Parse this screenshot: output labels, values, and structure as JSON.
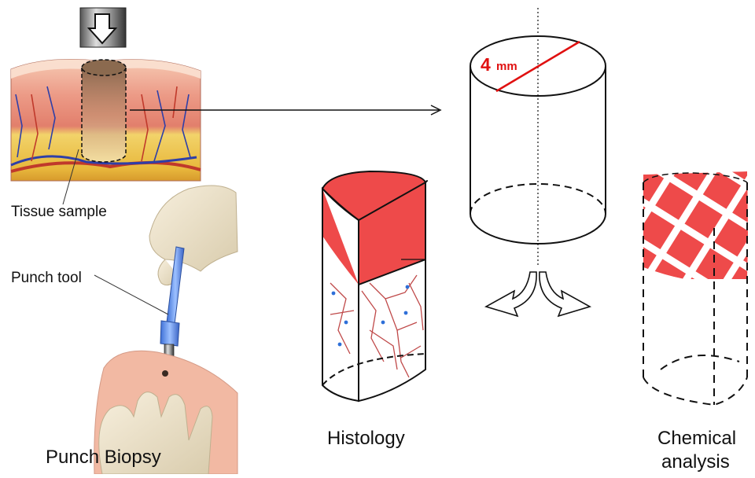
{
  "labels": {
    "tissue_sample": "Tissue sample",
    "punch_tool": "Punch tool",
    "punch_biopsy": "Punch Biopsy",
    "histology": "Histology",
    "chemical_line1": "Chemical",
    "chemical_line2": "analysis",
    "dimension_value": "4",
    "dimension_unit": "mm"
  },
  "colors": {
    "sample_red": "#ee4a4a",
    "dimension_red": "#e01010",
    "outline": "#1a1a1a"
  }
}
